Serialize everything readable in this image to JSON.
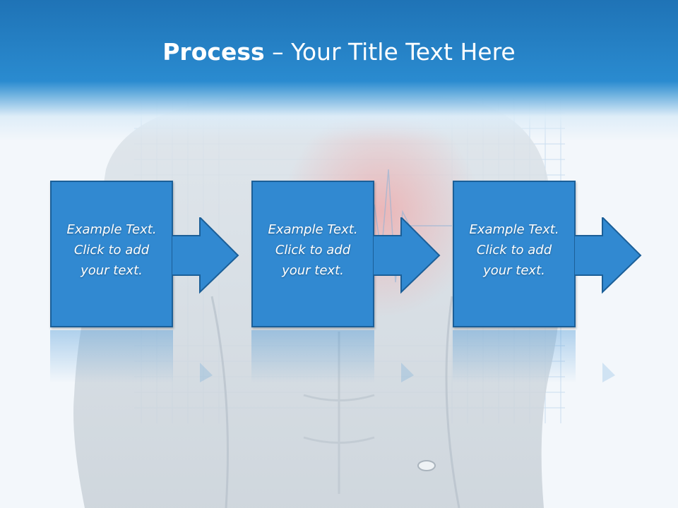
{
  "slide": {
    "title_bold": "Process",
    "title_dash": " – ",
    "title_rest": "Your Title Text Here"
  },
  "steps": [
    {
      "line1": "Example Text.",
      "line2": "Click  to add",
      "line3": "your text."
    },
    {
      "line1": "Example Text.",
      "line2": "Click  to add",
      "line3": "your text."
    },
    {
      "line1": "Example Text.",
      "line2": "Click  to add",
      "line3": "your text."
    }
  ],
  "colors": {
    "header": "#1f73b6",
    "box_fill": "#3189d1",
    "box_border": "#1b5f98",
    "text": "#ffffff"
  }
}
